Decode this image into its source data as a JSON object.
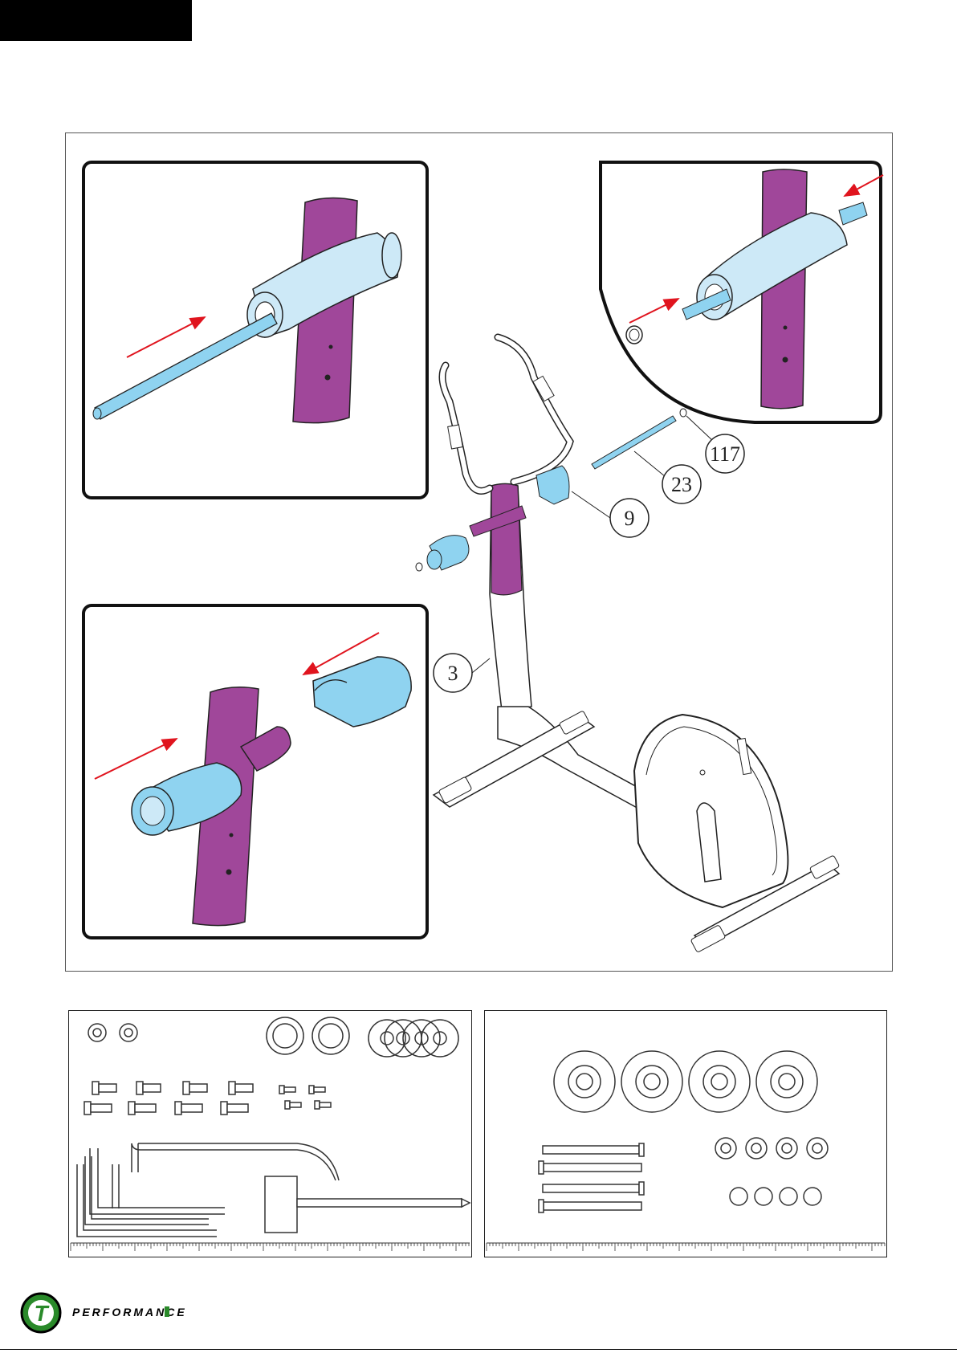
{
  "callouts": {
    "frame": "3",
    "cover": "9",
    "axle": "23",
    "washer": "117"
  },
  "brand": {
    "name": "PERFORMANCE",
    "logo_letter": "T",
    "accent_color": "#2a8a2a"
  },
  "colors": {
    "frame_tube": "#a0479a",
    "part_blue": "#8fd3f0",
    "part_light_blue": "#cde9f7",
    "arrow_red": "#e0141e"
  }
}
